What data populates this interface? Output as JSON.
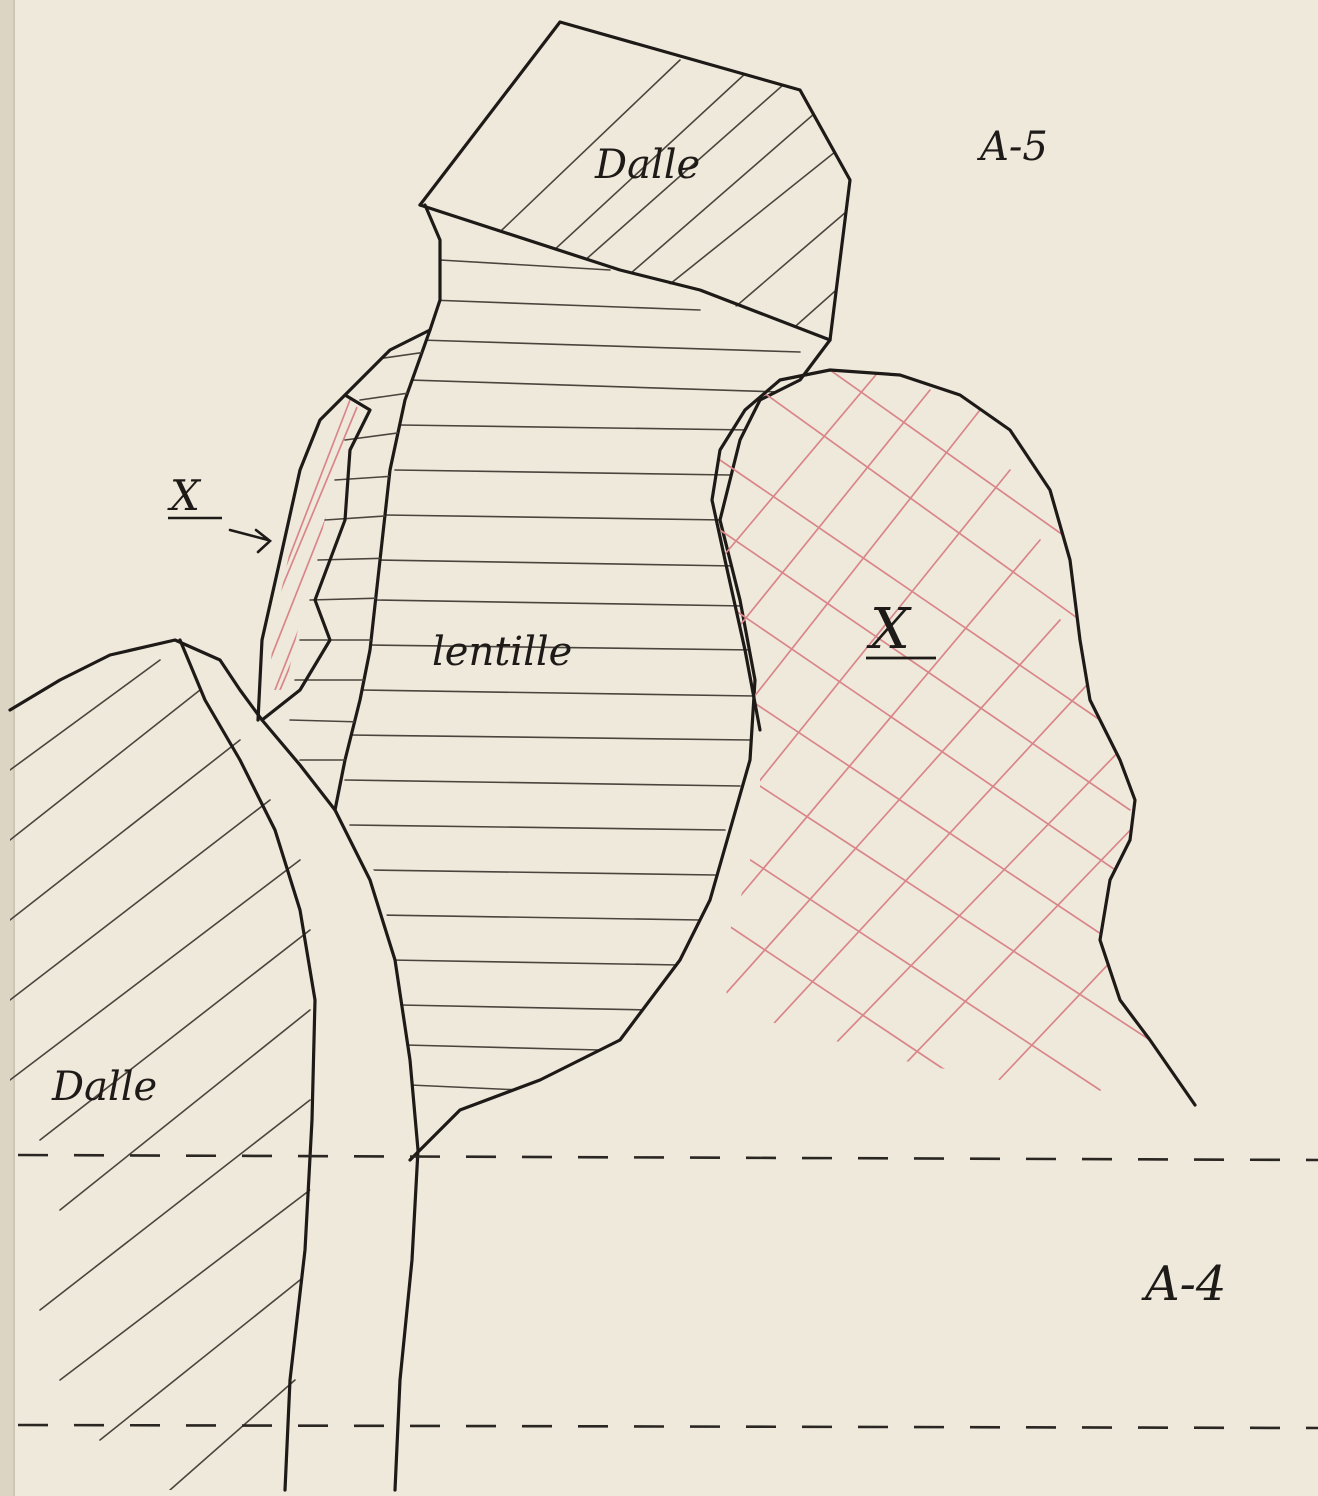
{
  "labels": {
    "level_upper": "A-5",
    "level_lower": "A-4",
    "dalle_top": "Dalle",
    "dalle_left": "Dalle",
    "central_block": "lentille",
    "unit_marker_small": "X",
    "unit_marker_large": "X"
  },
  "colors": {
    "paper": "#efe9dc",
    "ink": "#1d1a17",
    "red_pencil": "#d9868a",
    "binding_edge": "#dcd5c4"
  }
}
